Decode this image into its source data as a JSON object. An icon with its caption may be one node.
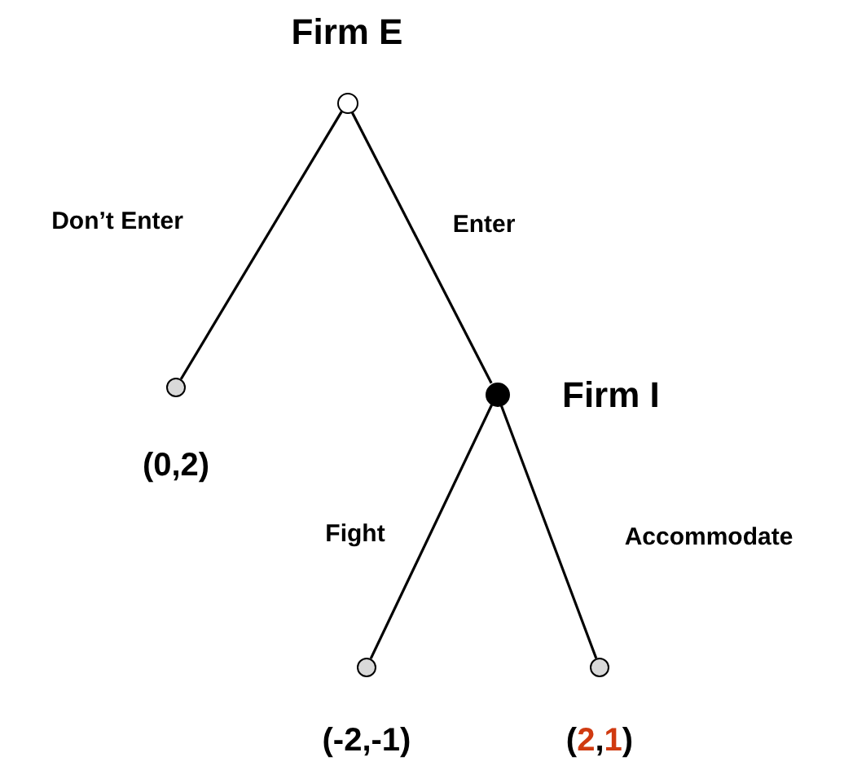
{
  "diagram": {
    "nodes": [
      {
        "text": [],
        "shape": "circle",
        "beside": [
          "Firm E"
        ]
      },
      {
        "text": [],
        "shape": "circle",
        "beside": [
          "(0,2)"
        ]
      },
      {
        "text": [],
        "shape": "circle",
        "beside": [
          "Firm I"
        ]
      },
      {
        "text": [],
        "shape": "circle",
        "beside": [
          "(-2,-1)"
        ]
      },
      {
        "text": [],
        "shape": "circle",
        "beside": [
          "(2,1)"
        ]
      }
    ],
    "edges": [
      {
        "from": 0,
        "to": 1,
        "arrow": "none",
        "label": "Don’t Enter"
      },
      {
        "from": 0,
        "to": 2,
        "arrow": "none",
        "label": "Enter"
      },
      {
        "from": 2,
        "to": 3,
        "arrow": "none",
        "label": "Fight"
      },
      {
        "from": 2,
        "to": 4,
        "arrow": "none",
        "label": "Accommodate"
      }
    ]
  }
}
